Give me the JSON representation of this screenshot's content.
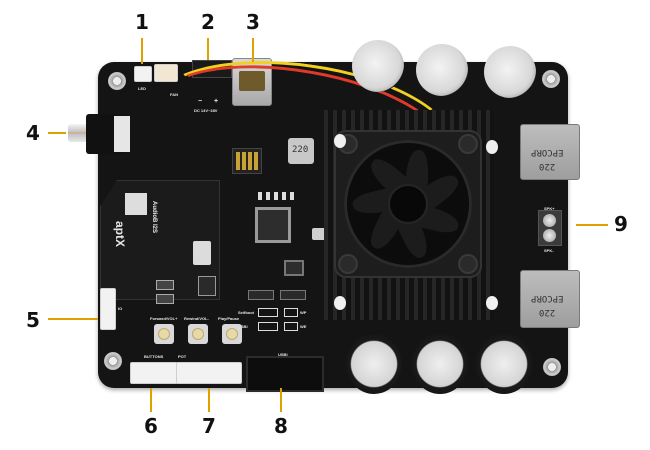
{
  "figure": {
    "subject": "Audio amplifier board with Bluetooth module and cooling fan",
    "background": "#ffffff",
    "leader_color": "#e0a000"
  },
  "callouts": [
    {
      "number": "1",
      "component": "LED connector"
    },
    {
      "number": "2",
      "component": "Fan connector"
    },
    {
      "number": "3",
      "component": "DC power jack"
    },
    {
      "number": "4",
      "component": "RCA audio input"
    },
    {
      "number": "5",
      "component": "IO connector"
    },
    {
      "number": "6",
      "component": "BUTTONS connector"
    },
    {
      "number": "7",
      "component": "POT connector"
    },
    {
      "number": "8",
      "component": "USBI header"
    },
    {
      "number": "9",
      "component": "Speaker terminal"
    }
  ],
  "silkscreen": {
    "led": "LED",
    "fan": "FAN",
    "dc": "DC 14V~28V",
    "dc_plus": "+",
    "dc_minus": "−",
    "io": "IO",
    "btn_forward": "Forward/VOL+",
    "btn_rewind": "Rewind/VOL-",
    "btn_play": "Play/Pause",
    "buttons": "BUTTONS",
    "pot": "POT",
    "usbi": "USBI",
    "selfboot": "Selfboot",
    "usbi_jumper": "USBI",
    "wp": "WP",
    "we": "WE",
    "spk_plus": "SPK+",
    "spk_minus": "SPK-",
    "inductor_top": "220",
    "inductor_top_brand": "EPCORP",
    "inductor_bottom": "220",
    "inductor_bottom_brand": "EPCORP",
    "small_inductor": "220",
    "bt_module_brand": "aptX",
    "bt_module_model": "AudioB I2S"
  }
}
